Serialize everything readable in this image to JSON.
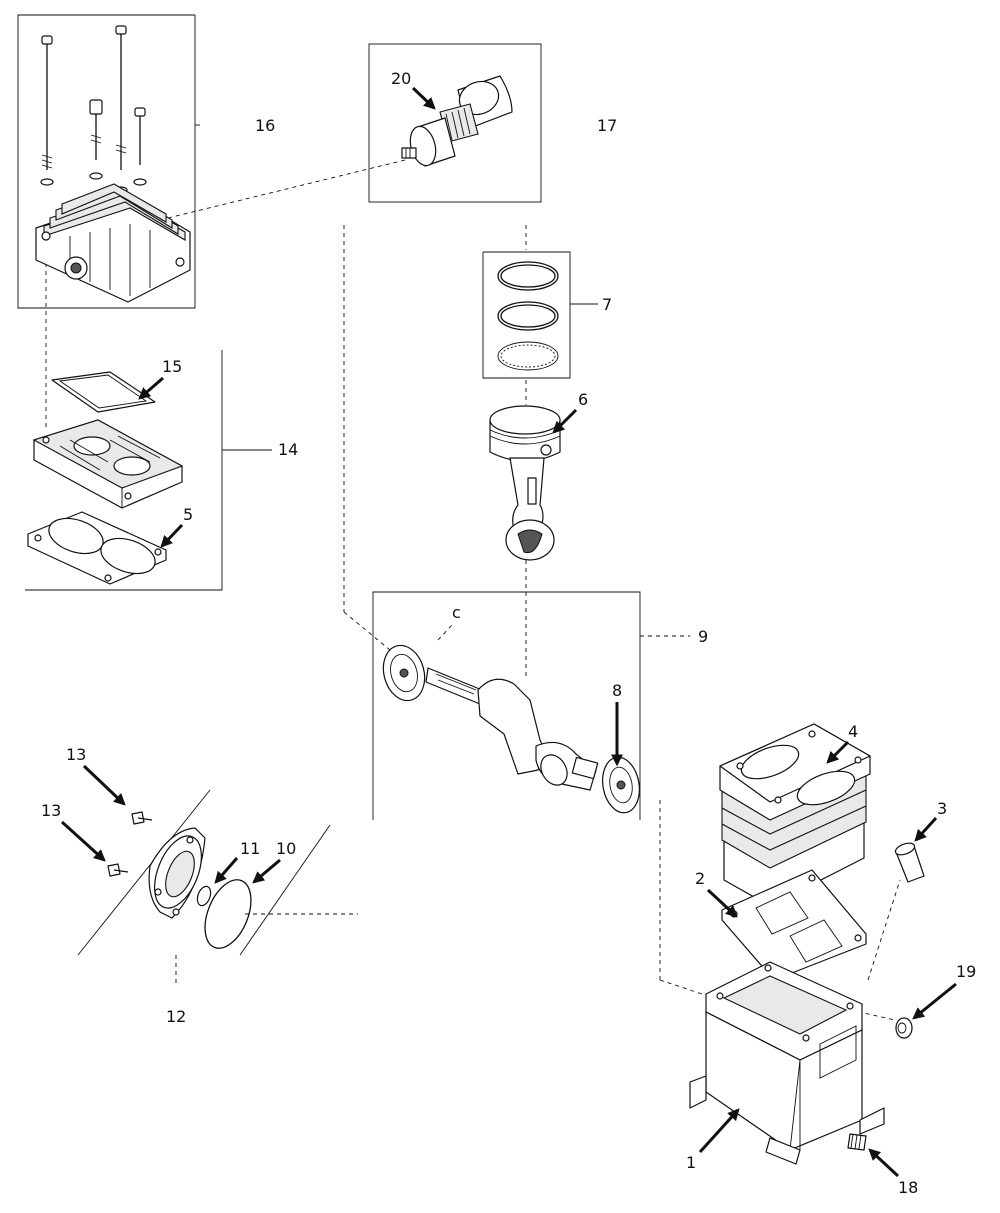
{
  "diagram": {
    "callouts": {
      "c1": "1",
      "c2": "2",
      "c3": "3",
      "c4": "4",
      "c5": "5",
      "c6": "6",
      "c7": "7",
      "c8": "8",
      "c9": "9",
      "c10": "10",
      "c11": "11",
      "c12": "12",
      "c13a": "13",
      "c13b": "13",
      "c14": "14",
      "c15": "15",
      "c16": "16",
      "c17": "17",
      "c18": "18",
      "c19": "19",
      "c20": "20",
      "c_small": "c"
    }
  }
}
